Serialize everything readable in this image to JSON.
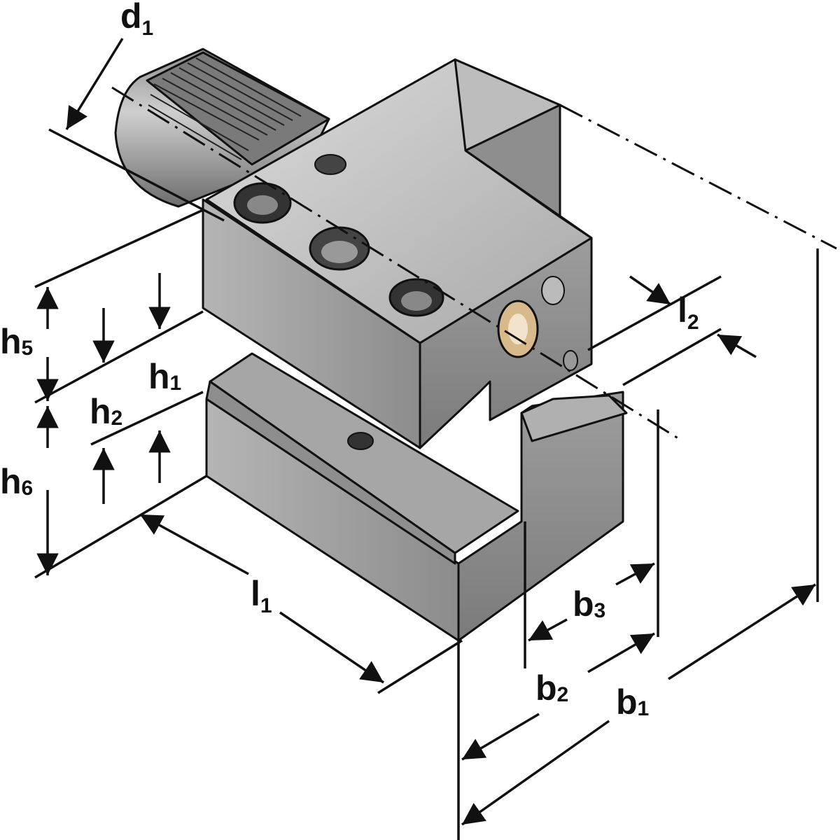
{
  "diagram": {
    "labels": {
      "d1": {
        "main": "d",
        "sub": "1"
      },
      "h5": {
        "main": "h",
        "sub": "5"
      },
      "h1": {
        "main": "h",
        "sub": "1"
      },
      "h2": {
        "main": "h",
        "sub": "2"
      },
      "h6": {
        "main": "h",
        "sub": "6"
      },
      "l1": {
        "main": "l",
        "sub": "1"
      },
      "l2": {
        "main": "l",
        "sub": "2"
      },
      "b1": {
        "main": "b",
        "sub": "1"
      },
      "b2": {
        "main": "b",
        "sub": "2"
      },
      "b3": {
        "main": "b",
        "sub": "3"
      }
    },
    "colors": {
      "metal_light": "#c9c9c9",
      "metal_mid": "#9a9a9a",
      "metal_dark": "#6e6e6e",
      "outline": "#111111",
      "brass": "#d8b98a"
    },
    "icons": [
      "tool-holder-drawing",
      "dimension-arrow"
    ]
  }
}
